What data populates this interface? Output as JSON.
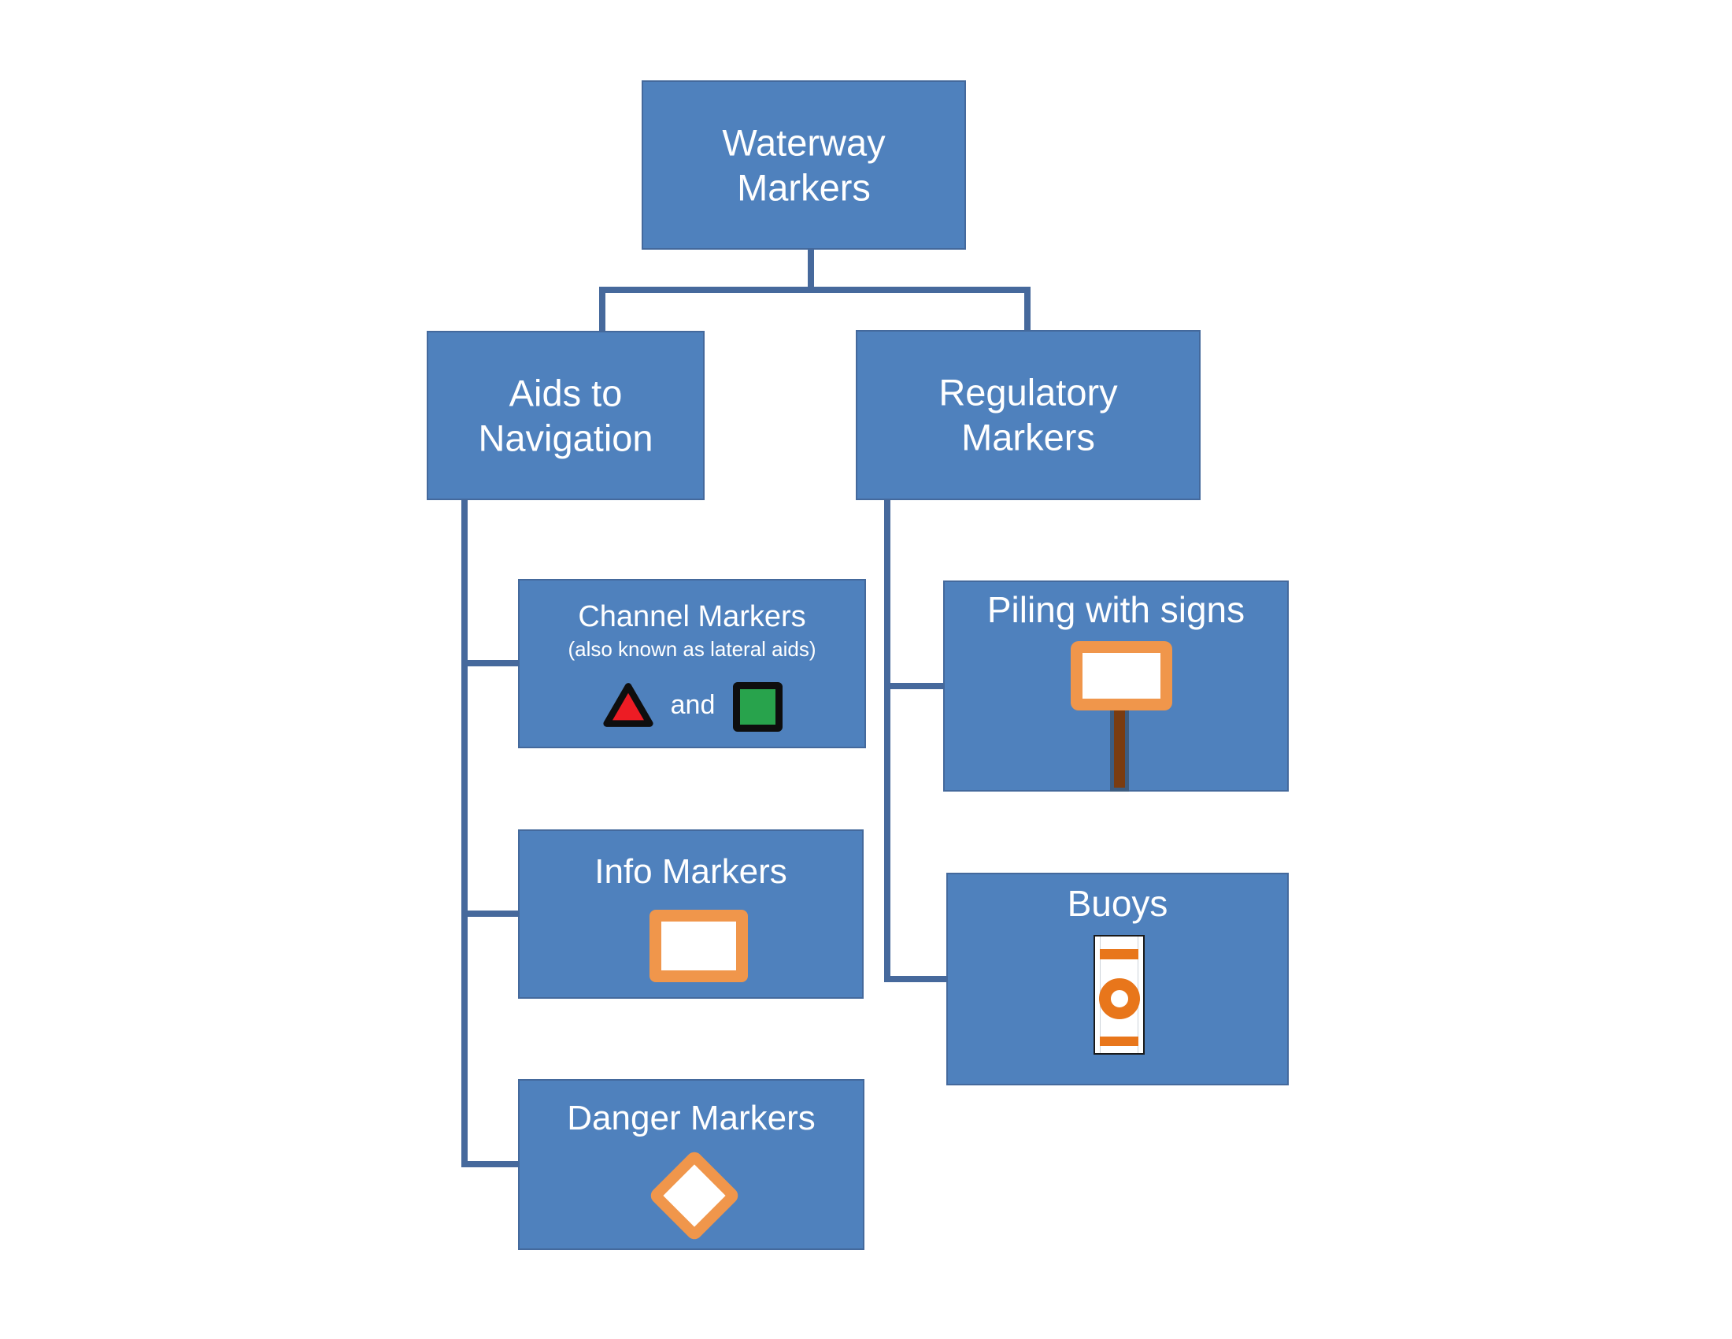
{
  "diagram": {
    "colors": {
      "box_fill": "#4f81bd",
      "box_border": "#44699c",
      "connector": "#46699c",
      "text": "#ffffff",
      "frame_orange": "#f0964b",
      "buoy_orange": "#e8761b",
      "triangle_red": "#ed1c24",
      "square_green": "#28a34c",
      "icon_black": "#0e0e0e",
      "post_brown": "#7a3c10",
      "post_border_blue": "#3c5c80"
    },
    "root": {
      "line1": "Waterway",
      "line2": "Markers"
    },
    "aids": {
      "line1": "Aids to",
      "line2": "Navigation"
    },
    "regulatory": {
      "line1": "Regulatory",
      "line2": "Markers"
    },
    "channel": {
      "title": "Channel Markers",
      "subtitle": "(also known as lateral aids)",
      "conjunction": "and",
      "icons": [
        "red-triangle-marker",
        "green-square-marker"
      ]
    },
    "info": {
      "title": "Info Markers",
      "icons": [
        "white-rect-orange-border"
      ]
    },
    "danger": {
      "title": "Danger Markers",
      "icons": [
        "white-diamond-orange-border"
      ]
    },
    "piling": {
      "title": "Piling with signs",
      "icons": [
        "blank-sign-on-piling"
      ]
    },
    "buoys": {
      "title": "Buoys",
      "icons": [
        "regulatory-buoy-striped"
      ]
    }
  }
}
